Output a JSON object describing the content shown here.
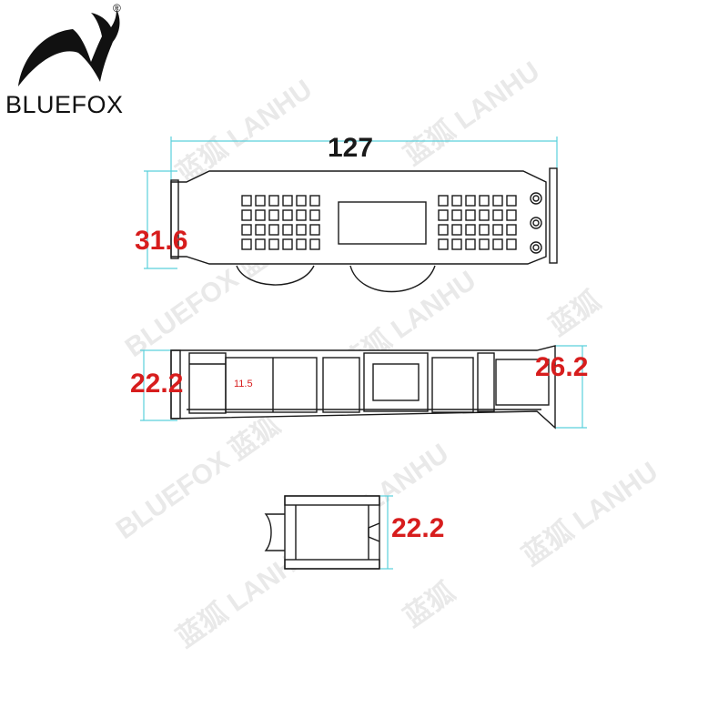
{
  "brand": {
    "name": "BLUEFOX",
    "registered_mark": "®"
  },
  "dimensions": {
    "top_length": "127",
    "top_height": "31.6",
    "middle_left_height": "22.2",
    "middle_right_height": "26.2",
    "middle_inner": "11.5",
    "bottom_height": "22.2"
  },
  "colors": {
    "dimension_text": "#d71d1d",
    "dimension_lines": "#5ad0dc",
    "drawing_lines": "#1a1a1a",
    "watermark": "#e6e6e6"
  }
}
